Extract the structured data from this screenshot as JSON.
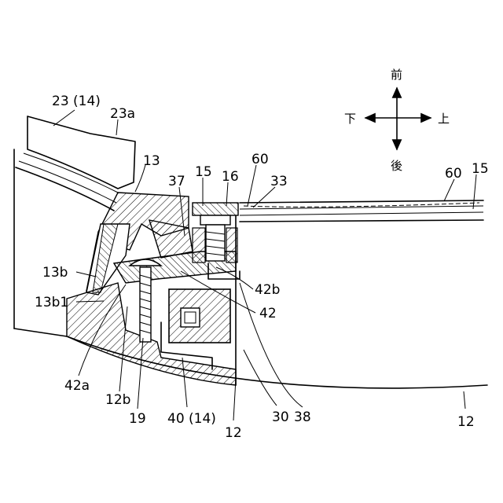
{
  "directions": {
    "front": "前",
    "back": "後",
    "down": "下",
    "up": "上"
  },
  "labels": [
    {
      "id": "l_23_14",
      "text": "23 (14)"
    },
    {
      "id": "l_23a",
      "text": "23a"
    },
    {
      "id": "l_13",
      "text": "13"
    },
    {
      "id": "l_37",
      "text": "37"
    },
    {
      "id": "l_15a",
      "text": "15"
    },
    {
      "id": "l_16",
      "text": "16"
    },
    {
      "id": "l_60a",
      "text": "60"
    },
    {
      "id": "l_33",
      "text": "33"
    },
    {
      "id": "l_60b",
      "text": "60"
    },
    {
      "id": "l_15b",
      "text": "15"
    },
    {
      "id": "l_13b",
      "text": "13b"
    },
    {
      "id": "l_13b1",
      "text": "13b1"
    },
    {
      "id": "l_42b",
      "text": "42b"
    },
    {
      "id": "l_42",
      "text": "42"
    },
    {
      "id": "l_42a",
      "text": "42a"
    },
    {
      "id": "l_12b",
      "text": "12b"
    },
    {
      "id": "l_19",
      "text": "19"
    },
    {
      "id": "l_40_14",
      "text": "40 (14)"
    },
    {
      "id": "l_12a",
      "text": "12"
    },
    {
      "id": "l_30",
      "text": "30"
    },
    {
      "id": "l_38",
      "text": "38"
    },
    {
      "id": "l_12b2",
      "text": "12"
    }
  ]
}
